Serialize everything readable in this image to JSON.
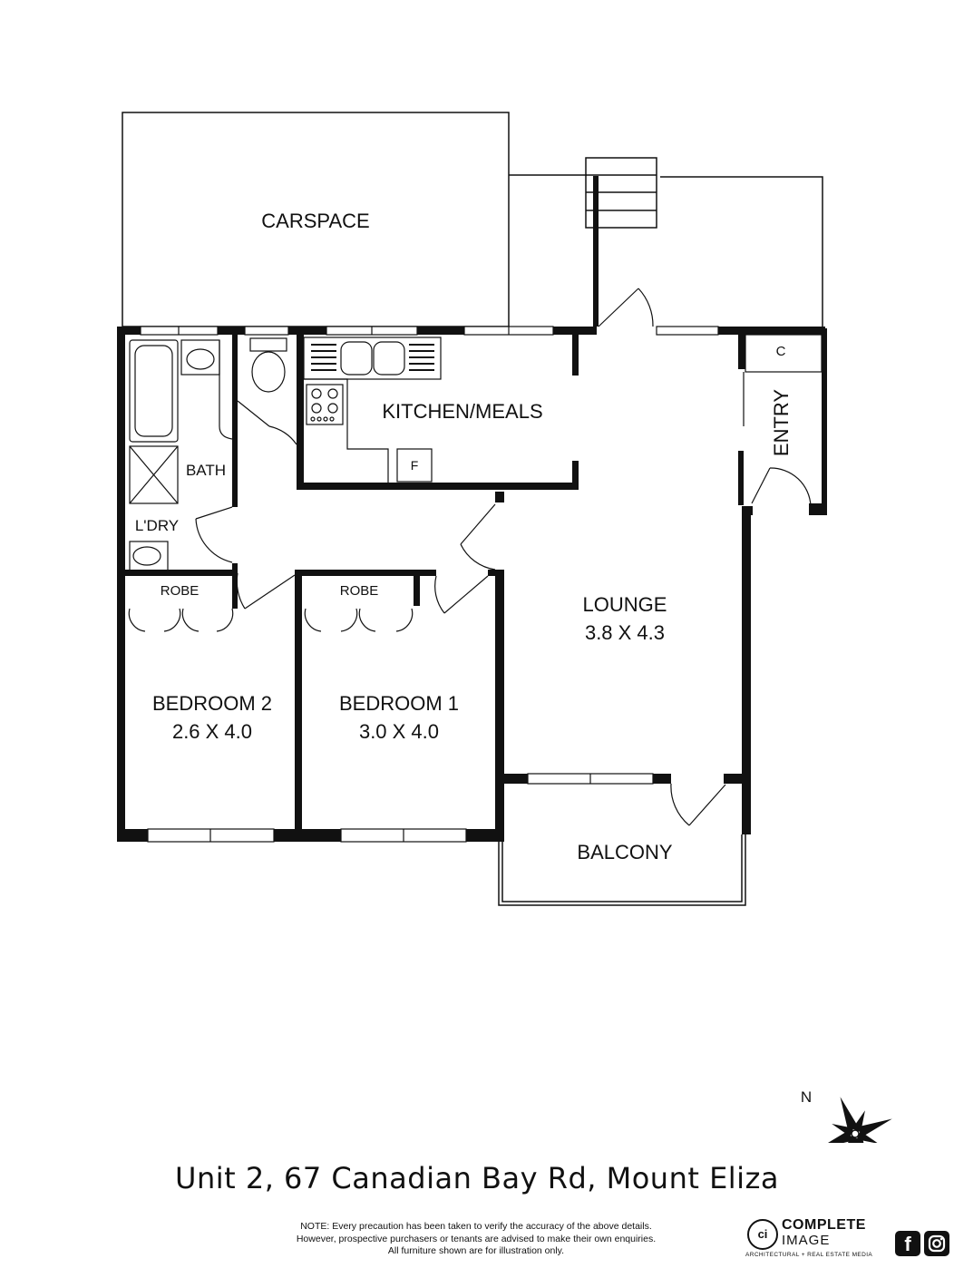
{
  "rooms": {
    "carspace": "CARSPACE",
    "kitchen": "KITCHEN/MEALS",
    "fridge": "F",
    "bath": "BATH",
    "laundry": "L'DRY",
    "robe_left": "ROBE",
    "robe_right": "ROBE",
    "bedroom2_name": "BEDROOM 2",
    "bedroom2_size": "2.6 X 4.0",
    "bedroom1_name": "BEDROOM 1",
    "bedroom1_size": "3.0 X 4.0",
    "lounge_name": "LOUNGE",
    "lounge_size": "3.8 X 4.3",
    "balcony": "BALCONY",
    "entry": "ENTRY",
    "cupboard": "C"
  },
  "compass": {
    "north": "N"
  },
  "address": "Unit 2, 67 Canadian Bay Rd, Mount Eliza",
  "disclaimer": [
    "NOTE: Every precaution has been taken to verify the accuracy of the above details.",
    "However, prospective purchasers or tenants are advised to make their own enquiries.",
    "All furniture shown are for illustration only."
  ],
  "brand": {
    "monogram": "ci",
    "name_line1": "COMPLETE",
    "name_line2": "IMAGE",
    "tagline": "ARCHITECTURAL + REAL ESTATE MEDIA"
  },
  "social": {
    "facebook": "f",
    "instagram": "ig"
  },
  "colors": {
    "ink": "#111111",
    "background": "#ffffff"
  },
  "icons": [
    "facebook-icon",
    "instagram-icon",
    "compass-rose-icon"
  ]
}
